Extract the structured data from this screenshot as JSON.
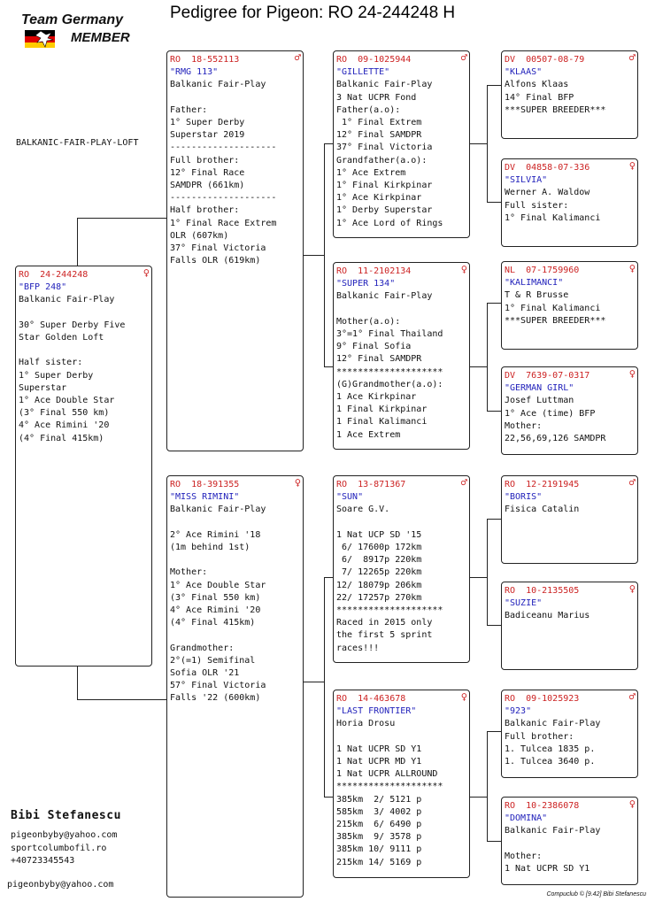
{
  "header": {
    "logo_line1": "Team Germany",
    "logo_line2": "MEMBER",
    "title": "Pedigree for Pigeon: RO  24-244248 H",
    "loft": "BALKANIC-FAIR-PLAY-LOFT"
  },
  "colors": {
    "ring": "#cc2222",
    "name": "#2222bb",
    "border": "#222222"
  },
  "pigeons": [
    {
      "id": "subject",
      "ring": "RO  24-244248",
      "sex": "♀",
      "name": "\"BFP 248\"",
      "lines": [
        "Balkanic Fair-Play",
        "",
        "30° Super Derby Five",
        "Star Golden Loft",
        "",
        "Half sister:",
        "1° Super Derby",
        "Superstar",
        "1° Ace Double Star",
        "(3° Final 550 km)",
        "4° Ace Rimini '20",
        "(4° Final 415km)"
      ]
    },
    {
      "id": "father",
      "ring": "RO  18-552113",
      "sex": "♂",
      "name": "\"RMG 113\"",
      "lines": [
        "Balkanic Fair-Play",
        "",
        "Father:",
        "1° Super Derby",
        "Superstar 2019",
        "--------------------",
        "Full brother:",
        "12° Final Race",
        "SAMDPR (661km)",
        "--------------------",
        "Half brother:",
        "1° Final Race Extrem",
        "OLR (607km)",
        "37° Final Victoria",
        "Falls OLR (619km)"
      ]
    },
    {
      "id": "mother",
      "ring": "RO  18-391355",
      "sex": "♀",
      "name": "\"MISS RIMINI\"",
      "lines": [
        "Balkanic Fair-Play",
        "",
        "2° Ace Rimini '18",
        "(1m behind 1st)",
        "",
        "Mother:",
        "1° Ace Double Star",
        "(3° Final 550 km)",
        "4° Ace Rimini '20",
        "(4° Final 415km)",
        "",
        "Grandmother:",
        "2°(=1) Semifinal",
        "Sofia OLR '21",
        "57° Final Victoria",
        "Falls '22 (600km)"
      ]
    },
    {
      "id": "ff",
      "ring": "RO  09-1025944",
      "sex": "♂",
      "name": "\"GILLETTE\"",
      "lines": [
        "Balkanic Fair-Play",
        "3 Nat UCPR Fond",
        "Father(a.o):",
        " 1° Final Extrem",
        "12° Final SAMDPR",
        "37° Final Victoria",
        "Grandfather(a.o):",
        "1° Ace Extrem",
        "1° Final Kirkpinar",
        "1° Ace Kirkpinar",
        "1° Derby Superstar",
        "1° Ace Lord of Rings"
      ]
    },
    {
      "id": "fm",
      "ring": "RO  11-2102134",
      "sex": "♀",
      "name": "\"SUPER 134\"",
      "lines": [
        "Balkanic Fair-Play",
        "",
        "Mother(a.o):",
        "3°=1° Final Thailand",
        "9° Final Sofia",
        "12° Final SAMDPR",
        "********************",
        "(G)Grandmother(a.o):",
        "1 Ace Kirkpinar",
        "1 Final Kirkpinar",
        "1 Final Kalimanci",
        "1 Ace Extrem"
      ]
    },
    {
      "id": "mf",
      "ring": "RO  13-871367",
      "sex": "♂",
      "name": "\"SUN\"",
      "lines": [
        "Soare G.V.",
        "",
        "1 Nat UCP SD '15",
        " 6/ 17600p 172km",
        " 6/  8917p 220km",
        " 7/ 12265p 220km",
        "12/ 18079p 206km",
        "22/ 17257p 270km",
        "********************",
        "Raced in 2015 only",
        "the first 5 sprint",
        "races!!!"
      ]
    },
    {
      "id": "mm",
      "ring": "RO  14-463678",
      "sex": "♀",
      "name": "\"LAST FRONTIER\"",
      "lines": [
        "Horia Drosu",
        "",
        "1 Nat UCPR SD Y1",
        "1 Nat UCPR MD Y1",
        "1 Nat UCPR ALLROUND",
        "********************",
        "385km  2/ 5121 p",
        "585km  3/ 4002 p",
        "215km  6/ 6490 p",
        "385km  9/ 3578 p",
        "385km 10/ 9111 p",
        "215km 14/ 5169 p"
      ]
    },
    {
      "id": "fff",
      "ring": "DV  00507-08-79",
      "sex": "♂",
      "name": "\"KLAAS\"",
      "lines": [
        "Alfons Klaas",
        "14° Final BFP",
        "***SUPER BREEDER***"
      ]
    },
    {
      "id": "ffm",
      "ring": "DV  04858-07-336",
      "sex": "♀",
      "name": "\"SILVIA\"",
      "lines": [
        "Werner A. Waldow",
        "Full sister:",
        "1° Final Kalimanci"
      ]
    },
    {
      "id": "fmf",
      "ring": "NL  07-1759960",
      "sex": "♀",
      "name": "\"KALIMANCI\"",
      "lines": [
        "T & R Brusse",
        "1° Final Kalimanci",
        "***SUPER BREEDER***"
      ]
    },
    {
      "id": "fmm",
      "ring": "DV  7639-07-0317",
      "sex": "♀",
      "name": "\"GERMAN GIRL\"",
      "lines": [
        "Josef Luttman",
        "1° Ace (time) BFP",
        "Mother:",
        "22,56,69,126 SAMDPR"
      ]
    },
    {
      "id": "mff",
      "ring": "RO  12-2191945",
      "sex": "♂",
      "name": "\"BORIS\"",
      "lines": [
        "Fisica Catalin"
      ]
    },
    {
      "id": "mfm",
      "ring": "RO  10-2135505",
      "sex": "♀",
      "name": "\"SUZIE\"",
      "lines": [
        "Badiceanu Marius"
      ]
    },
    {
      "id": "mmf",
      "ring": "RO  09-1025923",
      "sex": "♂",
      "name": "\"923\"",
      "lines": [
        "Balkanic Fair-Play",
        "Full brother:",
        "1. Tulcea 1835 p.",
        "1. Tulcea 3640 p."
      ]
    },
    {
      "id": "mmm",
      "ring": "RO  10-2386078",
      "sex": "♀",
      "name": "\"DOMINA\"",
      "lines": [
        "Balkanic Fair-Play",
        "",
        "Mother:",
        "1 Nat UCPR SD Y1"
      ]
    }
  ],
  "owner": {
    "name": "Bibi Stefanescu",
    "lines": [
      "pigeonbyby@yahoo.com",
      "sportcolumbofil.ro",
      "+40723345543"
    ]
  },
  "footer": {
    "email": "pigeonbyby@yahoo.com",
    "credit": "Compuclub © [9.42]  Bibi Stefanescu"
  }
}
